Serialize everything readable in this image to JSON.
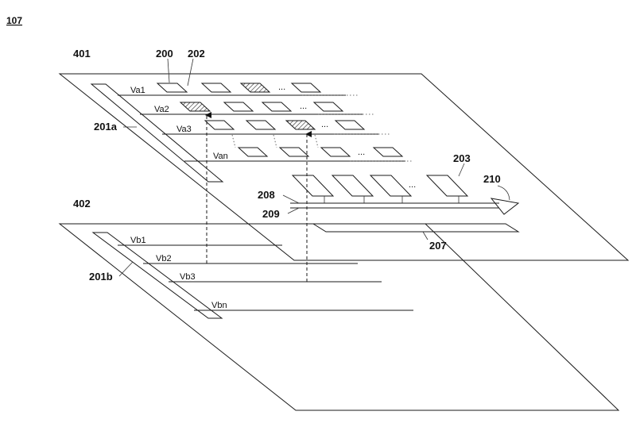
{
  "figure": {
    "number": "107",
    "layer_top_label": "401",
    "layer_bottom_label": "402",
    "labels": {
      "pixel": "200",
      "via": "202",
      "driver_top": "201a",
      "driver_bottom": "201b",
      "unit": "203",
      "line_208": "208",
      "line_209": "209",
      "arrow_210": "210",
      "bar_207": "207"
    },
    "rows_top": [
      "Va1",
      "Va2",
      "Va3",
      "Van"
    ],
    "rows_bottom": [
      "Vb1",
      "Vb2",
      "Vb3",
      "Vbn"
    ],
    "ellipsis": "..."
  }
}
